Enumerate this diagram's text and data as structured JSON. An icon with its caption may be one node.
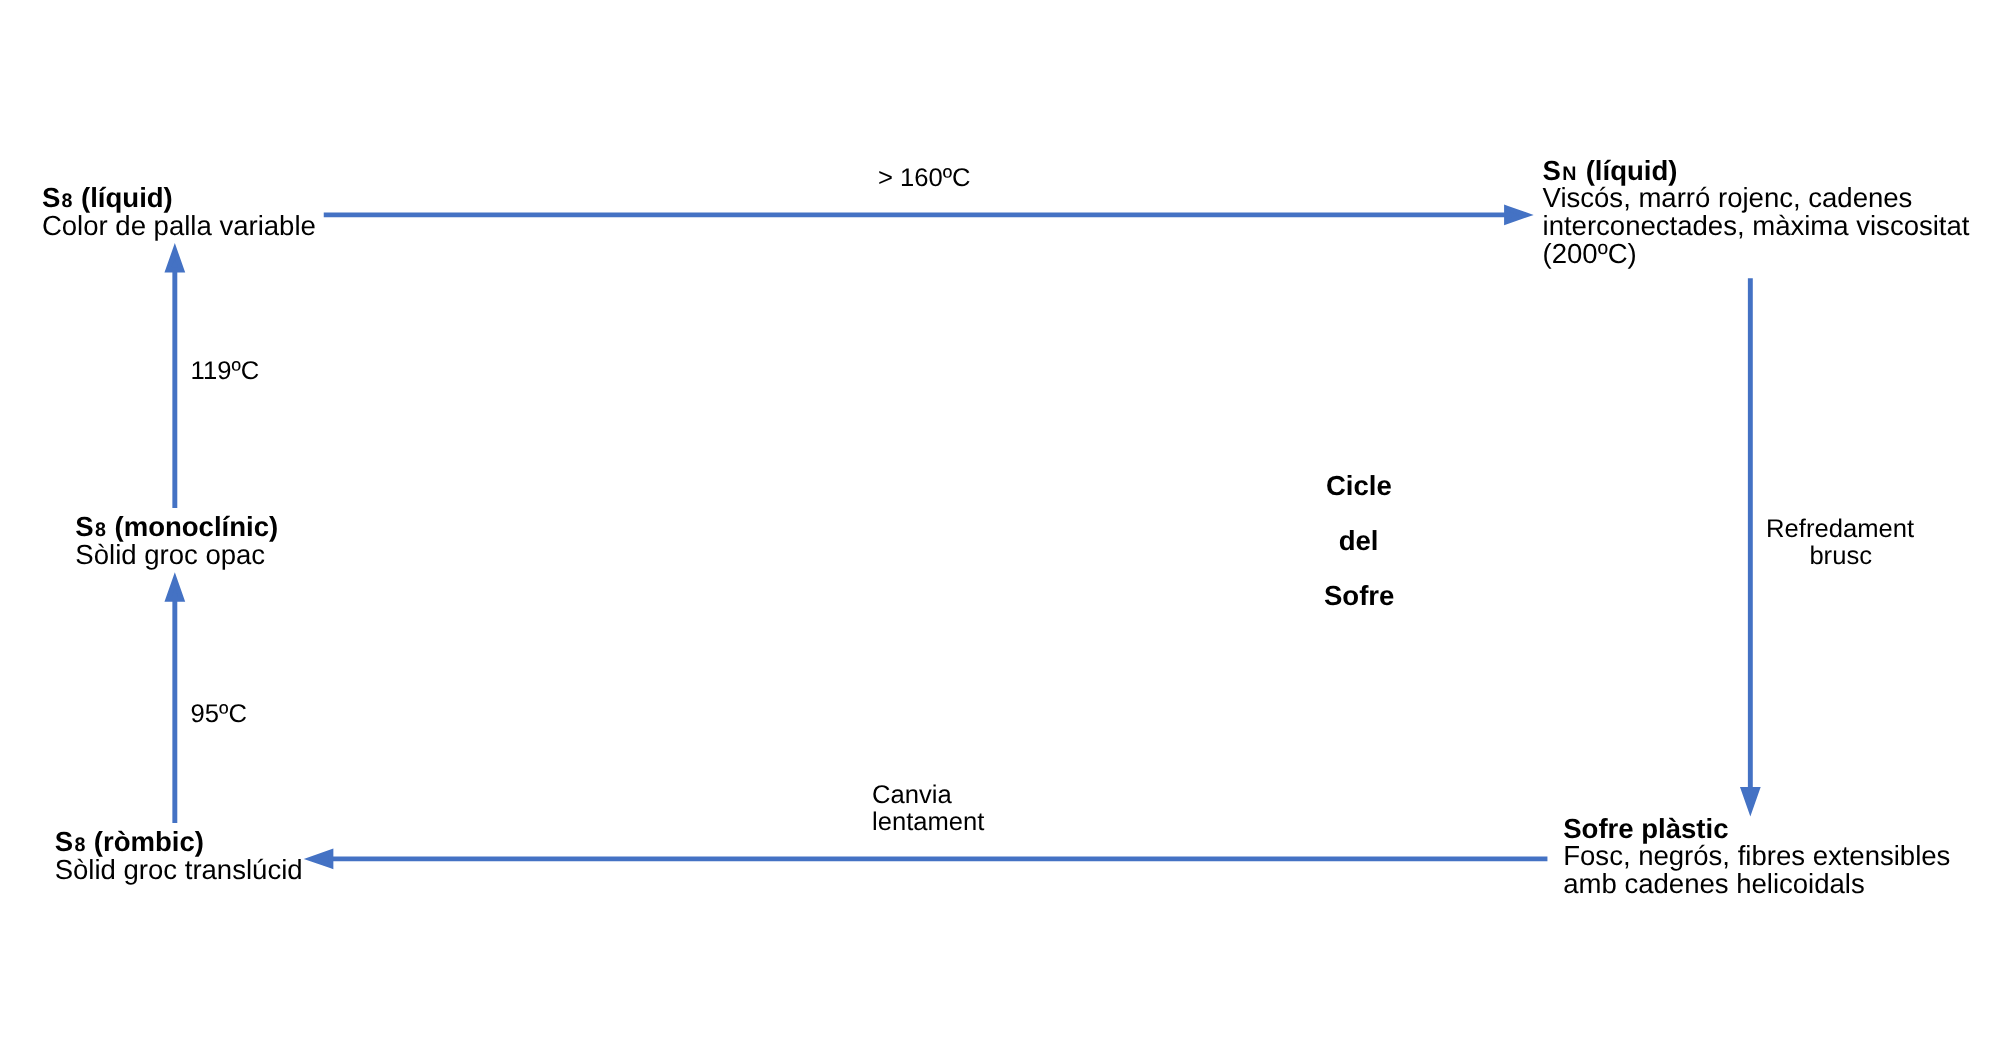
{
  "diagram": {
    "nodes": [
      {
        "text": [
          "S$_{8}$ (líquid)",
          "Color de palla variable"
        ]
      },
      {
        "text": [
          "S$_{N}$ (líquid)",
          "Viscós, marró rojenc, cadenes interconectades, màxima viscositat (200ºC)"
        ]
      },
      {
        "text": [
          "Sofre plàstic",
          "Fosc, negrós, fibres extensibles amb cadenes helicoidals"
        ]
      },
      {
        "text": [
          "S$_{8}$ (ròmbic)",
          "Sòlid groc translúcid"
        ]
      },
      {
        "text": [
          "S$_{8}$ (monoclínic)",
          "Sòlid groc opac"
        ]
      }
    ],
    "edges": [
      {
        "from": 0,
        "to": 1,
        "arrow": "to",
        "label": "> 160ºC"
      },
      {
        "from": 1,
        "to": 2,
        "arrow": "to",
        "label": "Refredament brusc"
      },
      {
        "from": 2,
        "to": 3,
        "arrow": "to",
        "label": "Canvia lentament"
      },
      {
        "from": 3,
        "to": 4,
        "arrow": "to",
        "label": "95ºC"
      },
      {
        "from": 4,
        "to": 0,
        "arrow": "to",
        "label": "119ºC"
      }
    ],
    "labels": [
      "Cicle del Sofre"
    ]
  }
}
